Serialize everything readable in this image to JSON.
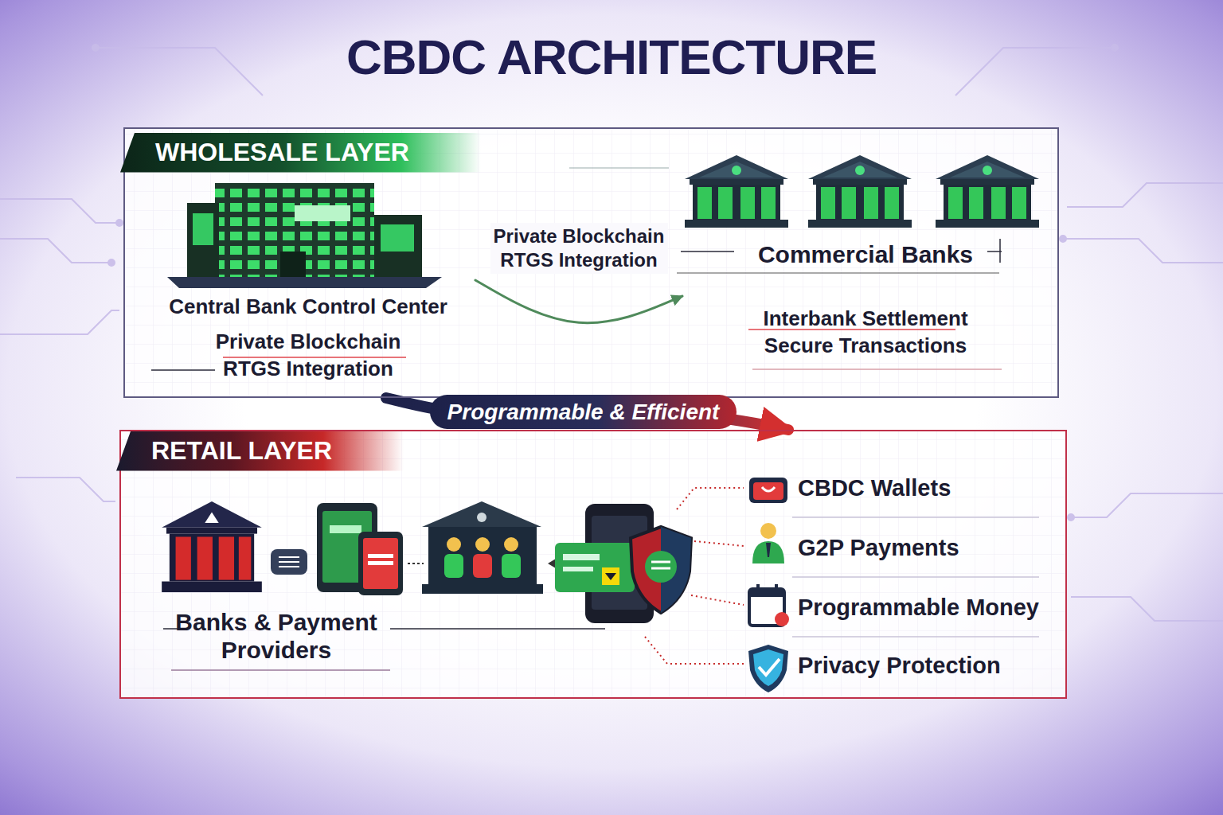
{
  "diagram": {
    "title": "CBDC ARCHITECTURE",
    "nodes": [
      {
        "text": [
          "WHOLESALE LAYER"
        ]
      },
      {
        "text": [
          "Central Bank Control Center",
          "Private Blockchain",
          "RTGS Integration"
        ],
        "in": 0
      },
      {
        "text": [
          "Commercial Banks",
          "Interbank Settlement",
          "Secure Transactions"
        ],
        "in": 0
      },
      {
        "text": [
          "RETAIL LAYER"
        ]
      },
      {
        "text": [
          "Banks & Payment Providers"
        ],
        "in": 3
      },
      {
        "text": [
          "CBDC Wallets"
        ],
        "in": 3
      },
      {
        "text": [
          "G2P Payments"
        ],
        "in": 3
      },
      {
        "text": [
          "Programmable Money"
        ],
        "in": 3
      },
      {
        "text": [
          "Privacy Protection"
        ],
        "in": 3
      }
    ],
    "edges": [
      {
        "from": 1,
        "to": 2,
        "label": "Private Blockchain RTGS Integration",
        "arrow": "to"
      },
      {
        "from": 0,
        "to": 3,
        "label": "Programmable & Efficient",
        "arrow": "to"
      }
    ]
  }
}
